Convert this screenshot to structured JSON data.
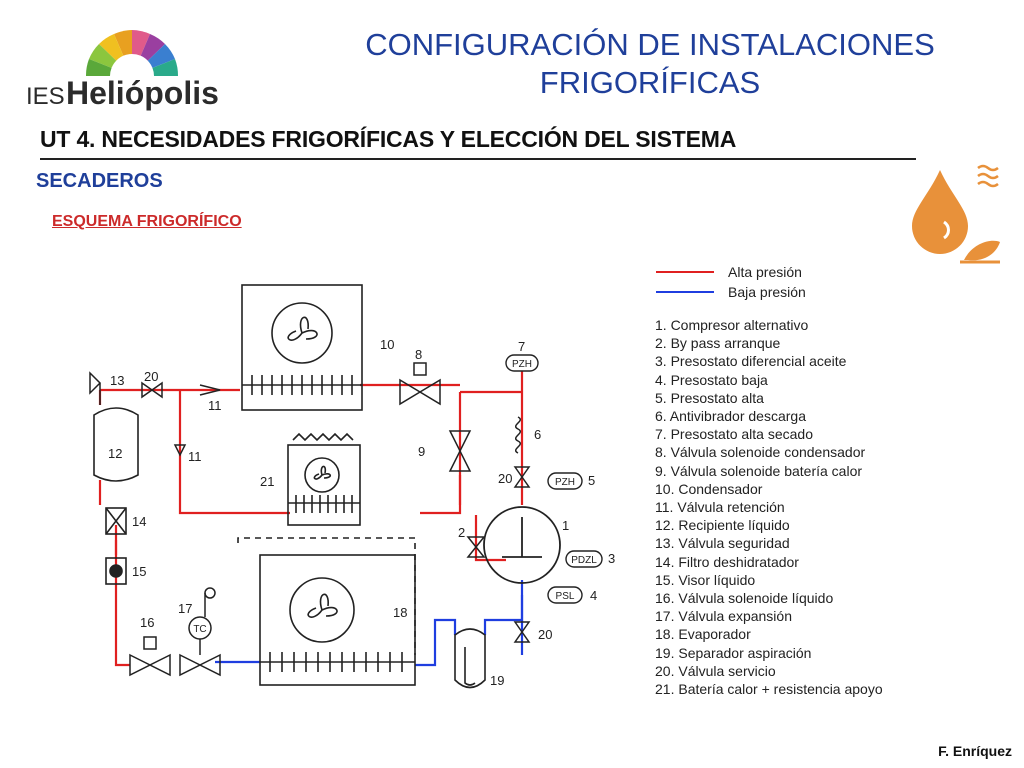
{
  "header": {
    "logo_prefix": "IES",
    "logo_name": "Heliópolis",
    "title_line1": "CONFIGURACIÓN DE INSTALACIONES",
    "title_line2": "FRIGORÍFICAS"
  },
  "unit_title": "UT 4. NECESIDADES FRIGORÍFICAS Y ELECCIÓN DEL SISTEMA",
  "section_title": "SECADEROS",
  "subsection_title": "ESQUEMA FRIGORÍFICO",
  "legend": {
    "high_pressure": "Alta presión",
    "low_pressure": "Baja presión",
    "high_color": "#e02020",
    "low_color": "#1f3ee0"
  },
  "components": [
    "1. Compresor alternativo",
    "2. By pass arranque",
    "3. Presostato diferencial aceite",
    "4. Presostato baja",
    "5. Presostato alta",
    "6. Antivibrador descarga",
    "7. Presostato alta secado",
    "8. Válvula solenoide condensador",
    "9. Válvula solenoide batería calor",
    "10. Condensador",
    "11. Válvula retención",
    "12. Recipiente líquido",
    "13. Válvula seguridad",
    "14. Filtro deshidratador",
    "15. Visor líquido",
    "16. Válvula solenoide líquido",
    "17. Válvula expansión",
    "18. Evaporador",
    "19. Separador aspiración",
    "20. Válvula servicio",
    "21. Batería calor + resistencia apoyo"
  ],
  "diagram_labels": {
    "n1": "1",
    "n2": "2",
    "n3": "3",
    "n4": "4",
    "n5": "5",
    "n6": "6",
    "n7": "7",
    "n8": "8",
    "n9": "9",
    "n10": "10",
    "n11a": "11",
    "n11b": "11",
    "n12": "12",
    "n13": "13",
    "n14": "14",
    "n15": "15",
    "n16": "16",
    "n17": "17",
    "n18": "18",
    "n19": "19",
    "n20a": "20",
    "n20b": "20",
    "n20c": "20",
    "n21": "21",
    "pzh_top": "PZH",
    "pzh_right": "PZH",
    "pdzl": "PDZL",
    "psl": "PSL",
    "tc": "TC"
  },
  "author": "F. Enríquez"
}
